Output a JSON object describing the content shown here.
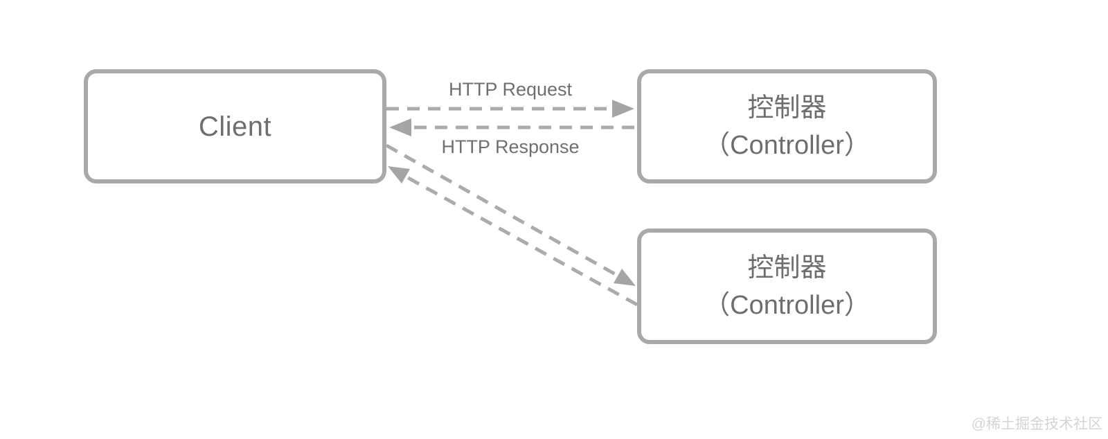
{
  "colors": {
    "background": "#ffffff",
    "box_border": "#a9a9a9",
    "box_fill": "#ffffff",
    "connector": "#ababab",
    "arrowhead": "#a5a5a5",
    "node_text": "#6e6e6e",
    "edge_label_text": "#6f6f6f",
    "watermark_text": "#d4d4d4"
  },
  "nodes": {
    "client": {
      "label": "Client"
    },
    "controller_top": {
      "title": "控制器",
      "subtitle": "（Controller）"
    },
    "controller_bottom": {
      "title": "控制器",
      "subtitle": "（Controller）"
    }
  },
  "edges": {
    "request": {
      "label": "HTTP Request"
    },
    "response": {
      "label": "HTTP Response"
    }
  },
  "watermark": {
    "text": "@稀土掘金技术社区"
  }
}
